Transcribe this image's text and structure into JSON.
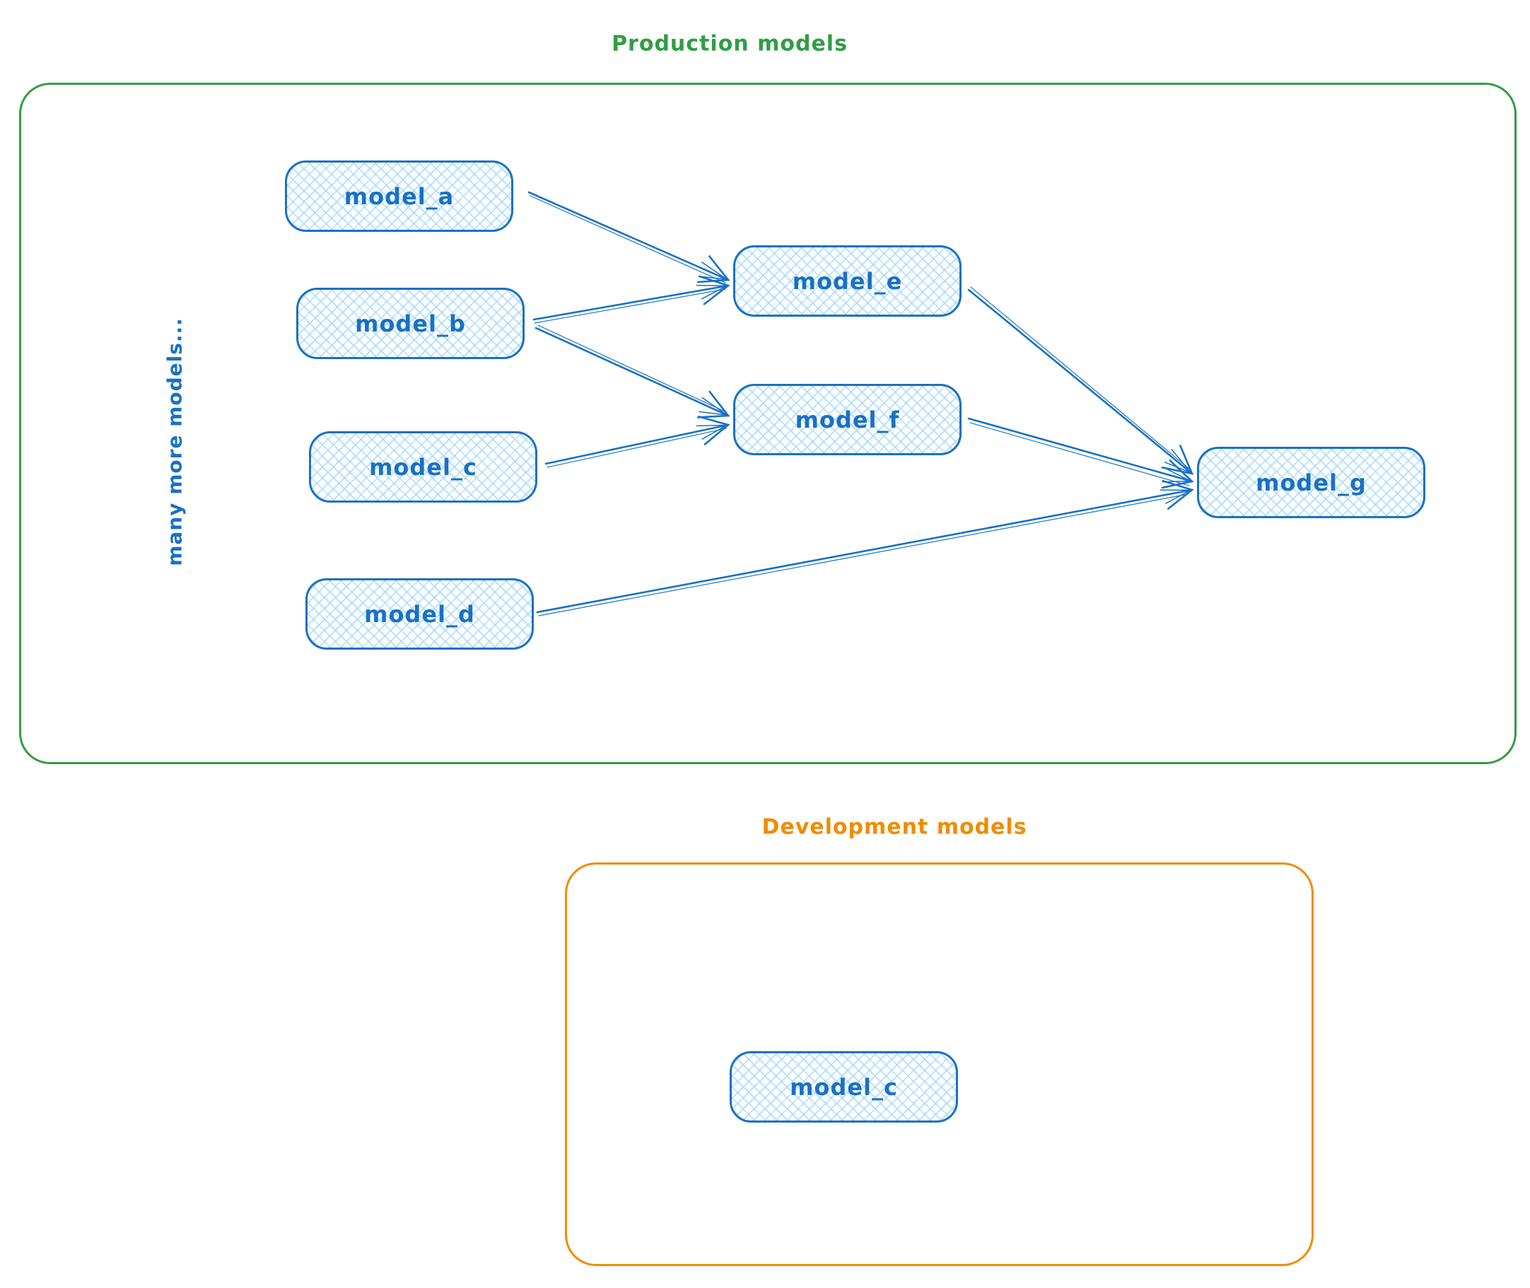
{
  "production": {
    "title": "Production models",
    "side_label": "many more models...",
    "nodes": [
      {
        "id": "model_a",
        "label": "model_a"
      },
      {
        "id": "model_b",
        "label": "model_b"
      },
      {
        "id": "model_c",
        "label": "model_c"
      },
      {
        "id": "model_d",
        "label": "model_d"
      },
      {
        "id": "model_e",
        "label": "model_e"
      },
      {
        "id": "model_f",
        "label": "model_f"
      },
      {
        "id": "model_g",
        "label": "model_g"
      }
    ],
    "edges": [
      {
        "from": "model_a",
        "to": "model_e"
      },
      {
        "from": "model_b",
        "to": "model_e"
      },
      {
        "from": "model_b",
        "to": "model_f"
      },
      {
        "from": "model_c",
        "to": "model_f"
      },
      {
        "from": "model_e",
        "to": "model_g"
      },
      {
        "from": "model_f",
        "to": "model_g"
      },
      {
        "from": "model_d",
        "to": "model_g"
      }
    ]
  },
  "development": {
    "title": "Development models",
    "nodes": [
      {
        "id": "model_c_dev",
        "label": "model_c"
      }
    ]
  },
  "colors": {
    "production_border": "#2f9e44",
    "development_border": "#f08c00",
    "node_border": "#1971c2",
    "node_fill": "#a5d8ff",
    "node_text": "#1971c2"
  }
}
